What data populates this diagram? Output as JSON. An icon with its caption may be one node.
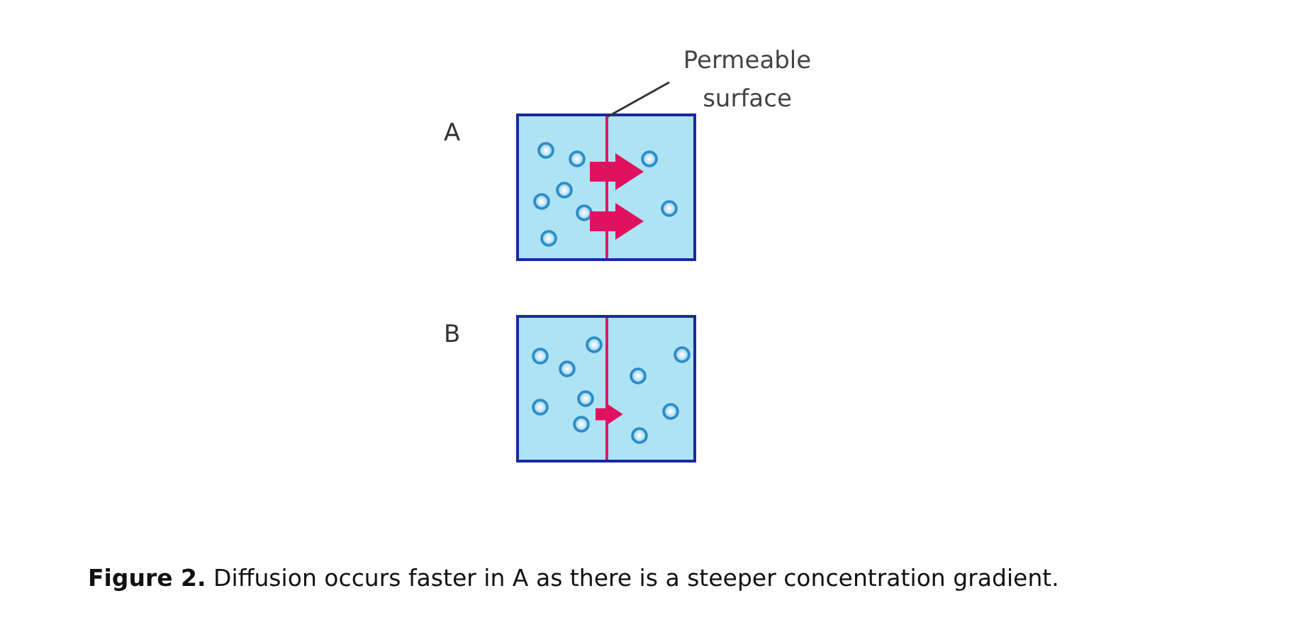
{
  "diagram": {
    "caption": "**Figure 2.** Diffusion occurs faster in A as there is a steeper concentration gradient.",
    "nodes": [
      {
        "text": [
          "Permeable surface"
        ]
      },
      {
        "text": [],
        "shape": "bar"
      }
    ],
    "edges": [
      {
        "from": 0,
        "to": 1,
        "arrow": "none"
      }
    ],
    "labels": [
      "A",
      "B"
    ]
  }
}
